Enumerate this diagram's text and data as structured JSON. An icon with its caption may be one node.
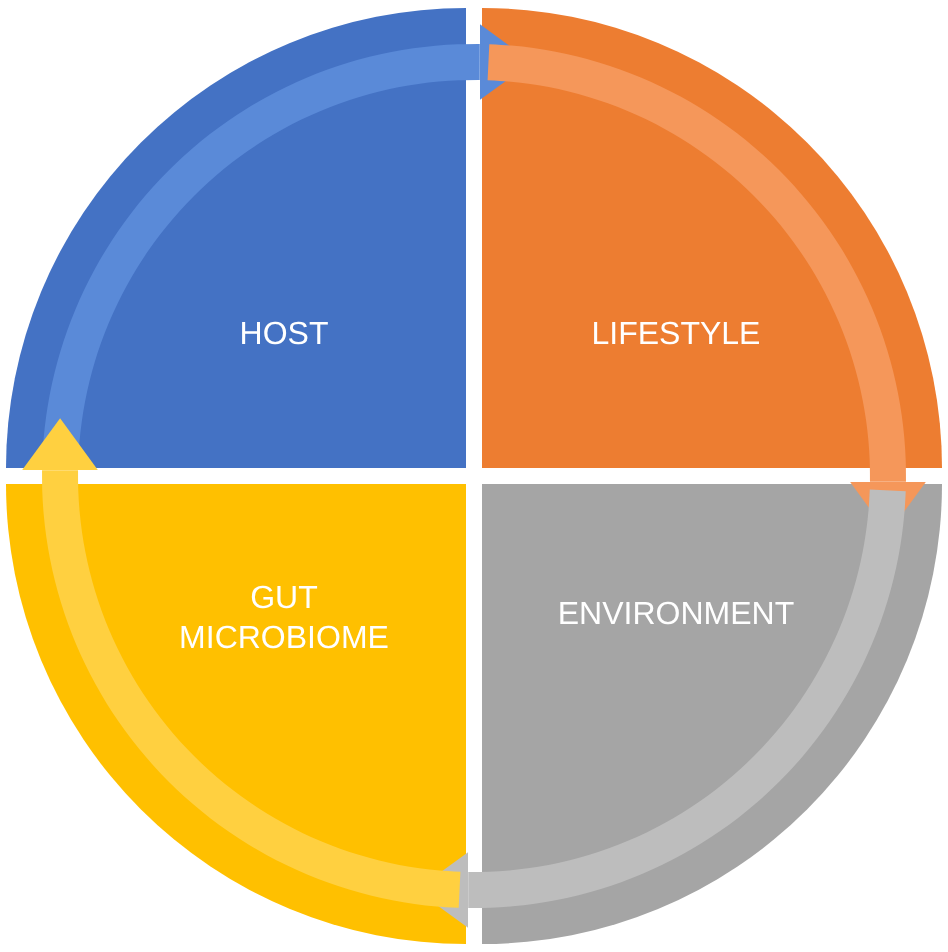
{
  "diagram": {
    "nodes": [
      {
        "text": [
          "HOST"
        ]
      },
      {
        "text": [
          "LIFESTYLE"
        ]
      },
      {
        "text": [
          "ENVIRONMENT"
        ]
      },
      {
        "text": [
          "GUT MICROBIOME"
        ]
      }
    ],
    "edges": [
      {
        "from": 0,
        "to": 1,
        "arrow": "to",
        "color": "#5a8ad8"
      },
      {
        "from": 1,
        "to": 2,
        "arrow": "to",
        "color": "#f5975a"
      },
      {
        "from": 2,
        "to": 3,
        "arrow": "to",
        "color": "#bdbdbd"
      },
      {
        "from": 3,
        "to": 0,
        "arrow": "to",
        "color": "#ffd040"
      }
    ]
  }
}
